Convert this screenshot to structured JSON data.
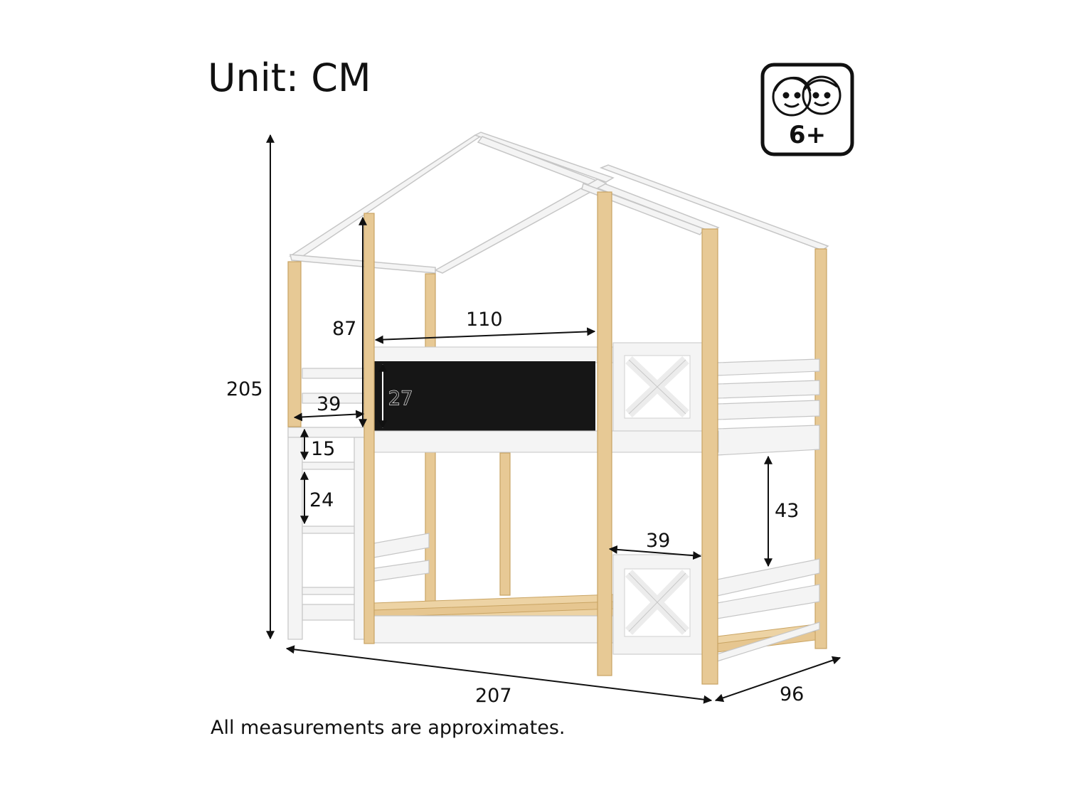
{
  "title": "Unit: CM",
  "footnote": "All measurements are approximates.",
  "age_badge": {
    "label": "6+",
    "icon": "two-children-faces-icon"
  },
  "dimensions": {
    "overall_height": "205",
    "overall_length": "207",
    "overall_depth": "96",
    "upper_guard_height": "87",
    "upper_opening_width": "110",
    "blackboard_height": "27",
    "ladder_width": "39",
    "top_step_spacing": "15",
    "step_spacing": "24",
    "lower_guard_clearance": "43",
    "lower_gap_width": "39"
  },
  "colors": {
    "frame_white": "#f3f3f3",
    "frame_edge": "#c9c9c9",
    "pine_wood": "#e7c995",
    "pine_edge": "#c9a463",
    "blackboard": "#161616",
    "slat_wood": "#edd3a4",
    "dimension_line": "#111111"
  }
}
